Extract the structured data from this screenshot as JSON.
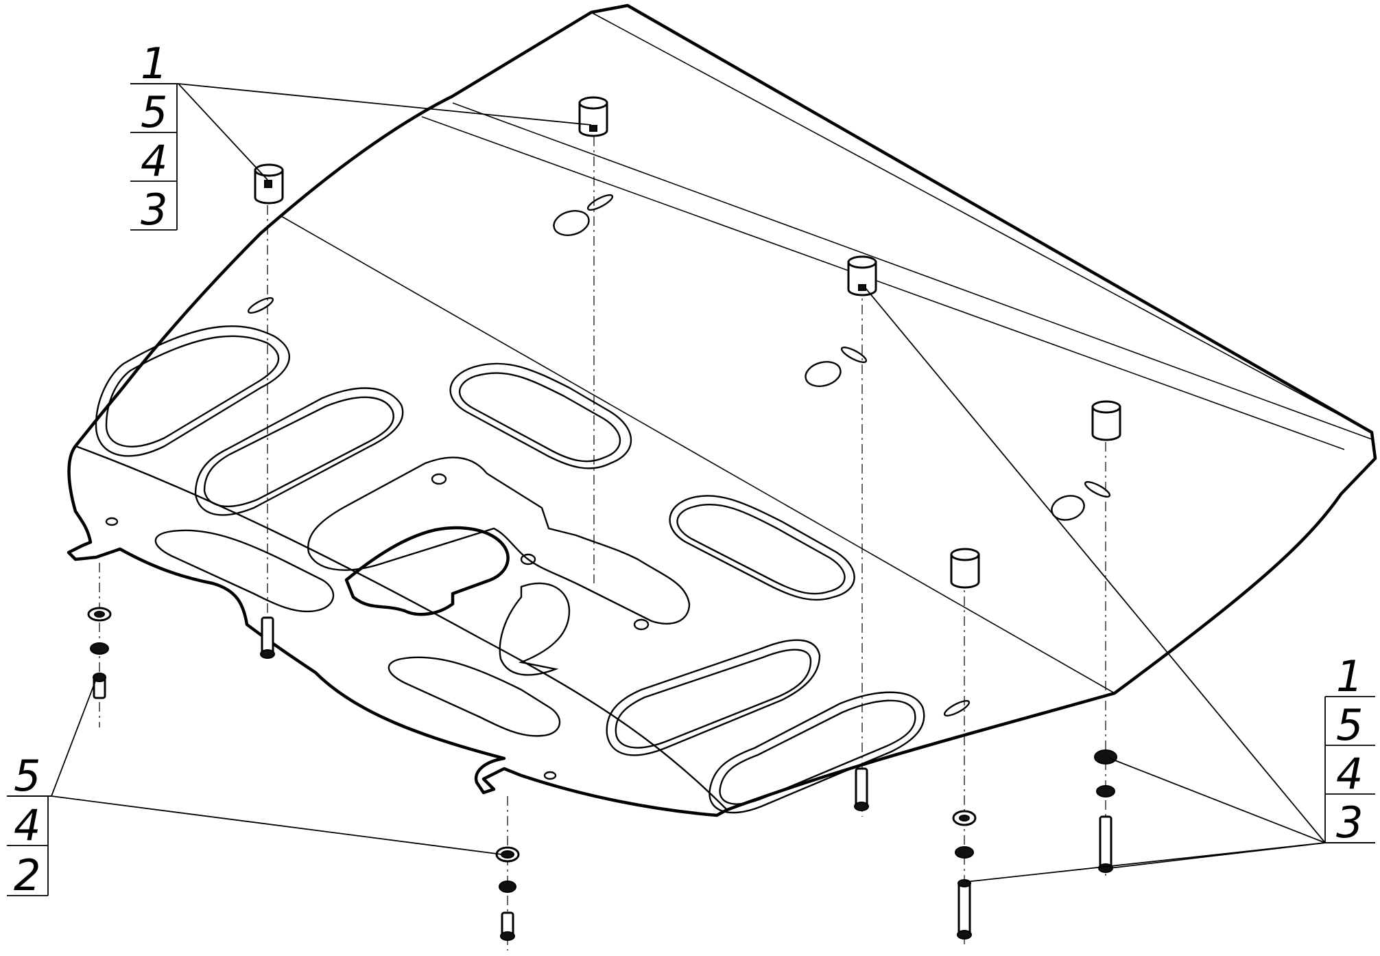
{
  "callouts": {
    "top_left": [
      "1",
      "5",
      "4",
      "3"
    ],
    "bottom_left": [
      "5",
      "4",
      "2"
    ],
    "bottom_right": [
      "1",
      "5",
      "4",
      "3"
    ]
  }
}
